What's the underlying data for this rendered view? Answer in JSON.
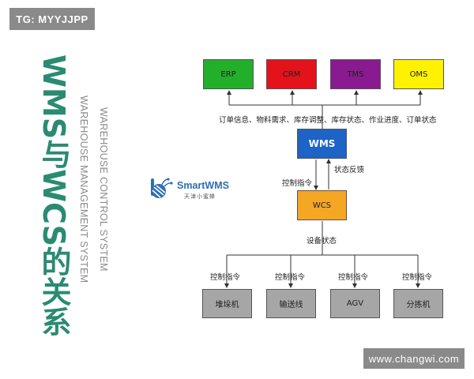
{
  "badge_top": "TG: MYYJJPP",
  "badge_bottom": "www.changwi.com",
  "vertical_title": "WMS与WCS的关系",
  "subtitle_1": "WAREHOUSE MANAGEMENT SYSTEM",
  "subtitle_2": "WAREHOUSE CONTROL SYSTEM",
  "logo": {
    "name": "SmartWMS",
    "chinese": "天津小蜜蜂"
  },
  "diagram": {
    "top_systems": [
      {
        "label": "ERP",
        "color": "#22b02a"
      },
      {
        "label": "CRM",
        "color": "#e4121b"
      },
      {
        "label": "TMS",
        "color": "#8a1a8f"
      },
      {
        "label": "OMS",
        "color": "#fff200"
      }
    ],
    "top_flow_label": "订单信息、物料需求、库存调整、库存状态、作业进度、订单状态",
    "wms": {
      "label": "WMS",
      "color": "#1e63c6"
    },
    "control_label": "控制指令",
    "status_feedback_label": "状态反馈",
    "wcs": {
      "label": "WCS",
      "color": "#f5a623"
    },
    "device_status_label": "设备状态",
    "devices": [
      {
        "label": "堆垛机",
        "command": "控制指令"
      },
      {
        "label": "输送线",
        "command": "控制指令"
      },
      {
        "label": "AGV",
        "command": "控制指令"
      },
      {
        "label": "分拣机",
        "command": "控制指令"
      }
    ],
    "device_color": "#a6a6a6"
  }
}
